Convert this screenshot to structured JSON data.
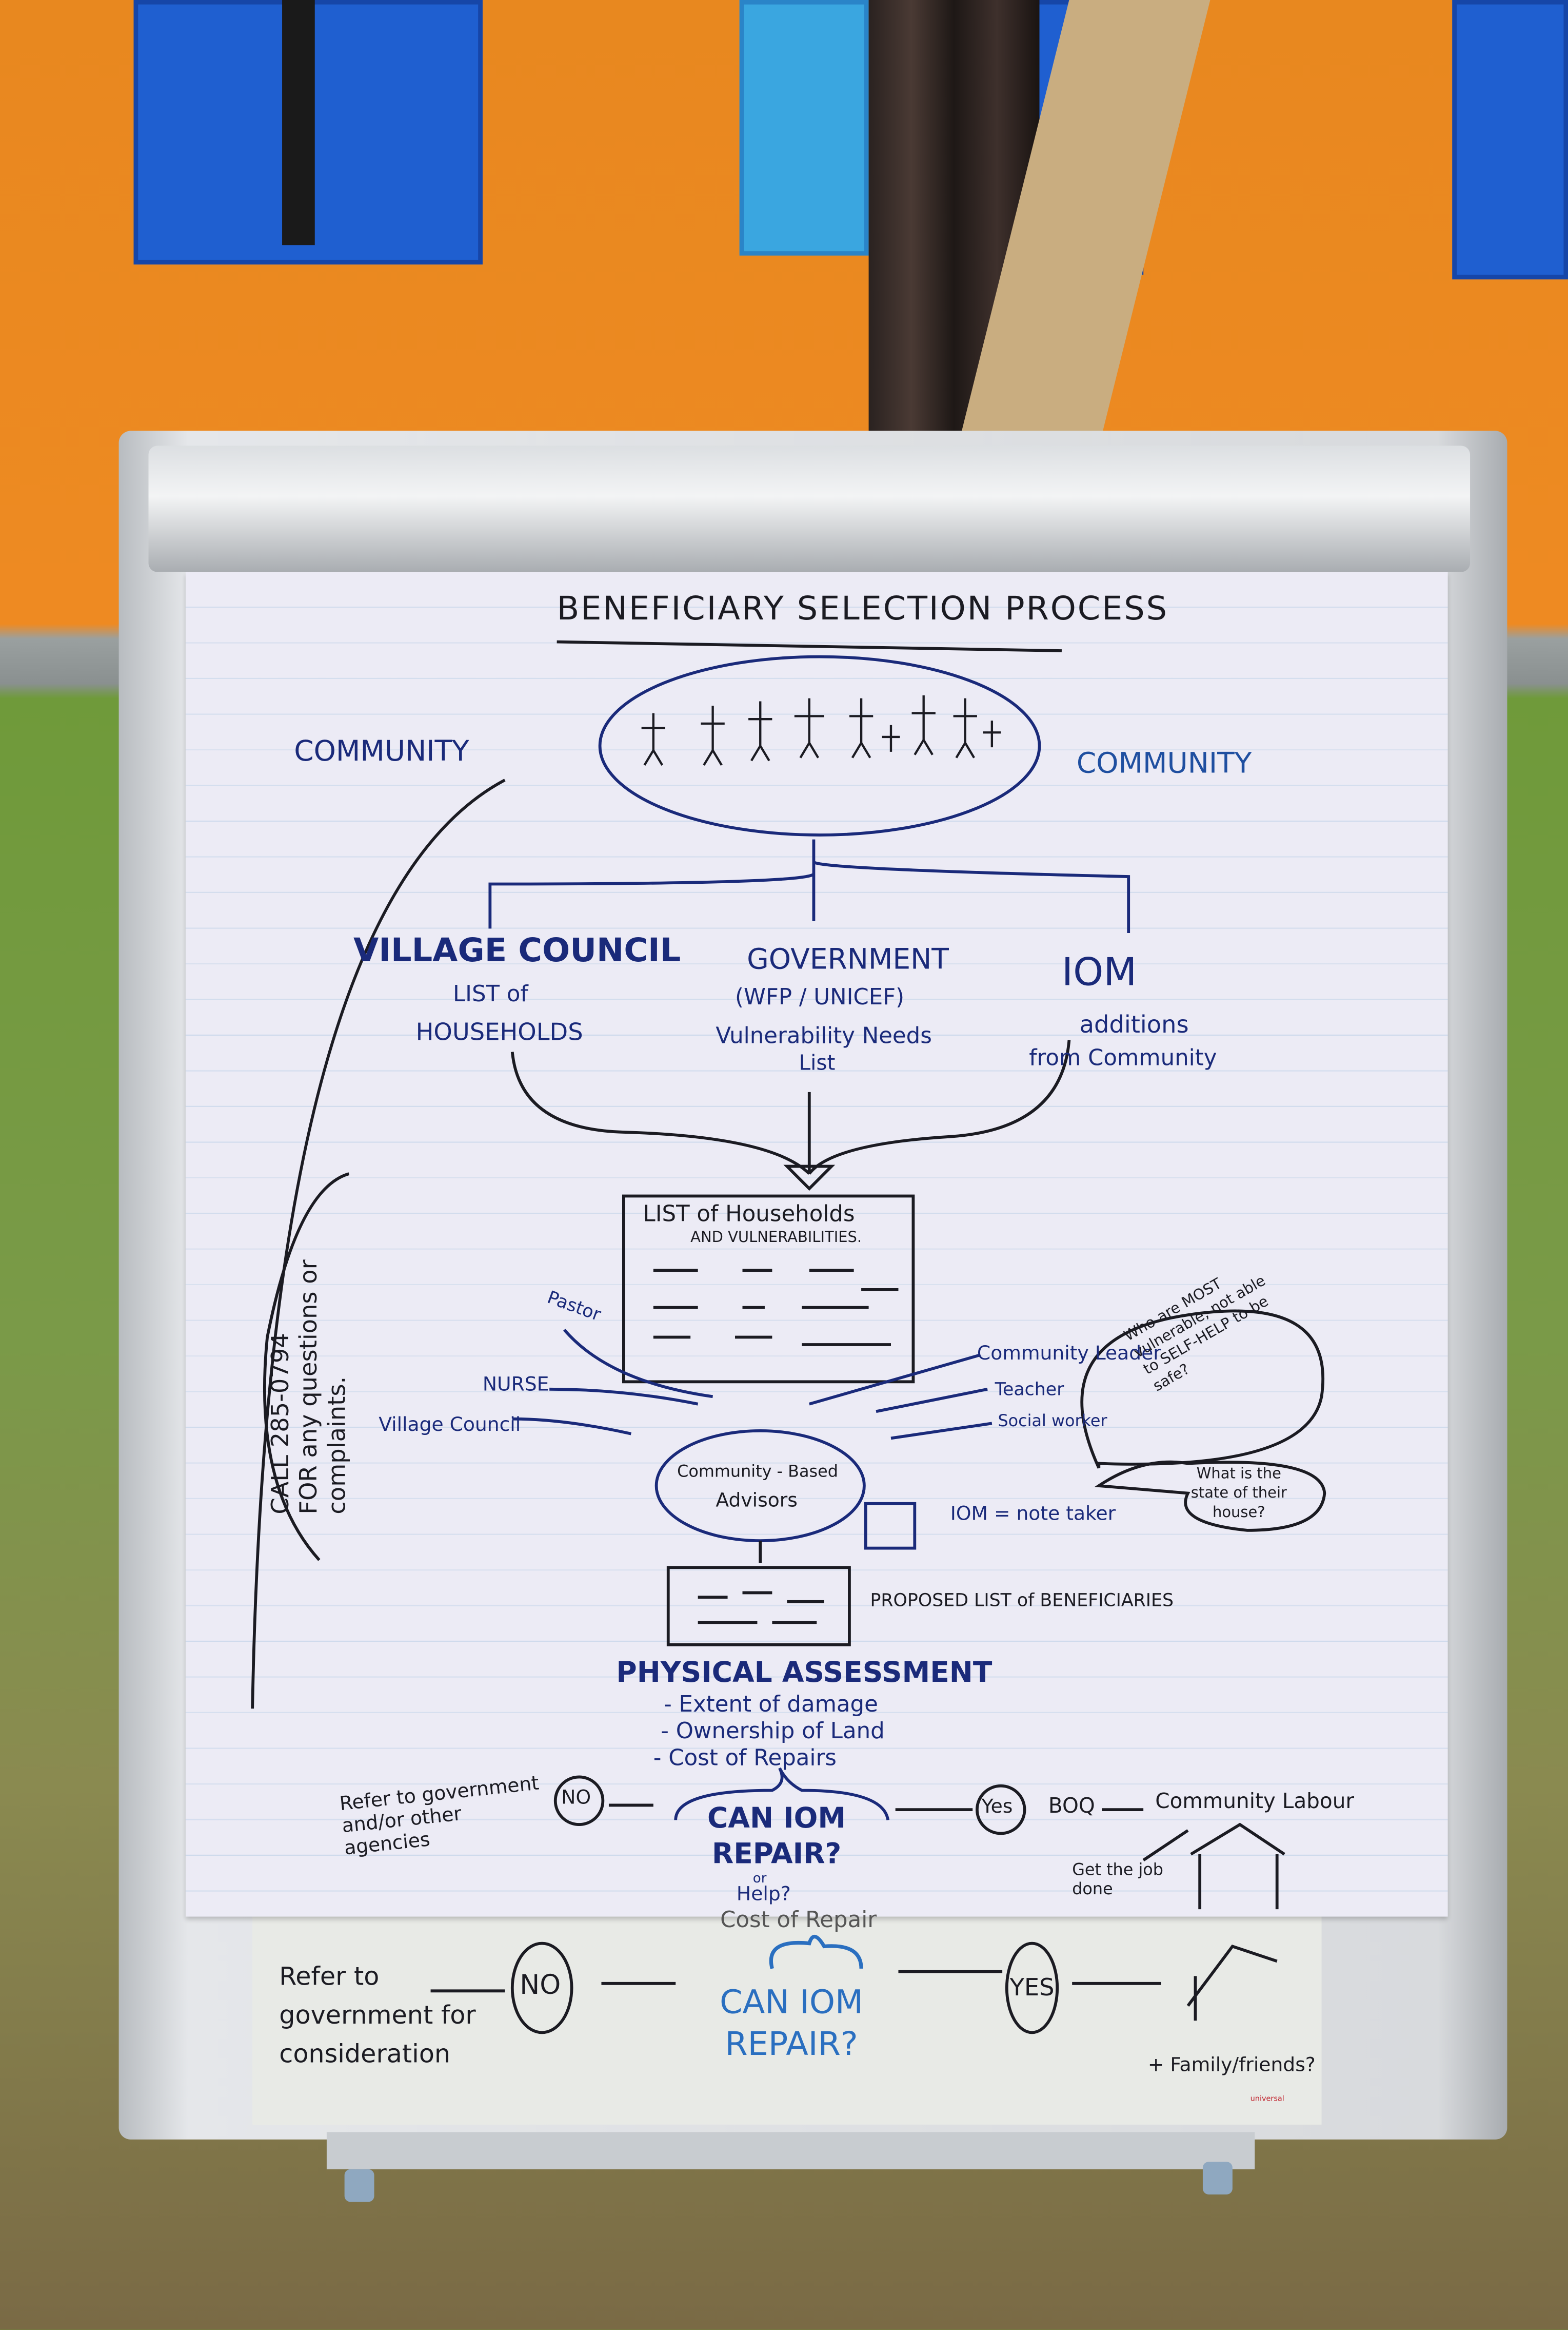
{
  "title": "BENEFICIARY SELECTION PROCESS",
  "community_left": "COMMUNITY",
  "community_right": "COMMUNITY",
  "sources": {
    "village_council": {
      "title": "VILLAGE COUNCIL",
      "line1": "LIST of",
      "line2": "HOUSEHOLDS"
    },
    "government": {
      "title": "GOVERNMENT",
      "line1": "(WFP / UNICEF)",
      "line2": "Vulnerability Needs",
      "line3": "List"
    },
    "iom": {
      "title": "IOM",
      "line1": "additions",
      "line2": "from Community"
    }
  },
  "hotline": {
    "line1": "CALL 285-0794",
    "line2": "FOR any questions or",
    "line3": "complaints."
  },
  "list_box": {
    "line1": "LIST of Households",
    "line2": "AND VULNERABILITIES."
  },
  "advisors": {
    "circle": {
      "line1": "Community - Based",
      "line2": "Advisors"
    },
    "inputs": [
      "Pastor",
      "NURSE",
      "Village Council",
      "Community Leader",
      "Teacher",
      "Social worker"
    ],
    "note_taker": "IOM = note taker",
    "bubble1": {
      "line1": "Who are MOST",
      "line2": "vulnerable, not able",
      "line3": "to SELF-HELP to be",
      "line4": "safe?"
    },
    "bubble2": {
      "line1": "What is the",
      "line2": "state of their",
      "line3": "house?"
    }
  },
  "proposed_list": "PROPOSED LIST of BENEFICIARIES",
  "assessment": {
    "title": "PHYSICAL ASSESSMENT",
    "items": [
      "- Extent of damage",
      "- Ownership of Land",
      "- Cost of Repairs"
    ]
  },
  "decision": {
    "question": "CAN IOM REPAIR?",
    "or": "or",
    "alt": "Help?",
    "no": "NO",
    "yes": "Yes",
    "no_action": "Refer to government and/or other agencies",
    "boq": "BOQ",
    "labour": "Community Labour",
    "done": "Get the job done"
  },
  "whiteboard": {
    "cost": "Cost of Repair",
    "question": "CAN IOM REPAIR?",
    "no": "NO",
    "yes": "YES",
    "no_action": "Refer to government for consideration",
    "family": "+ Family/friends?",
    "brand": "universal"
  },
  "colors": {
    "wall": "#ee8a22",
    "shutter": "#1f5fd0",
    "marker_blue": "#1a2a7a",
    "marker_black": "#1b1b22",
    "light_blue": "#2a6fc0"
  }
}
